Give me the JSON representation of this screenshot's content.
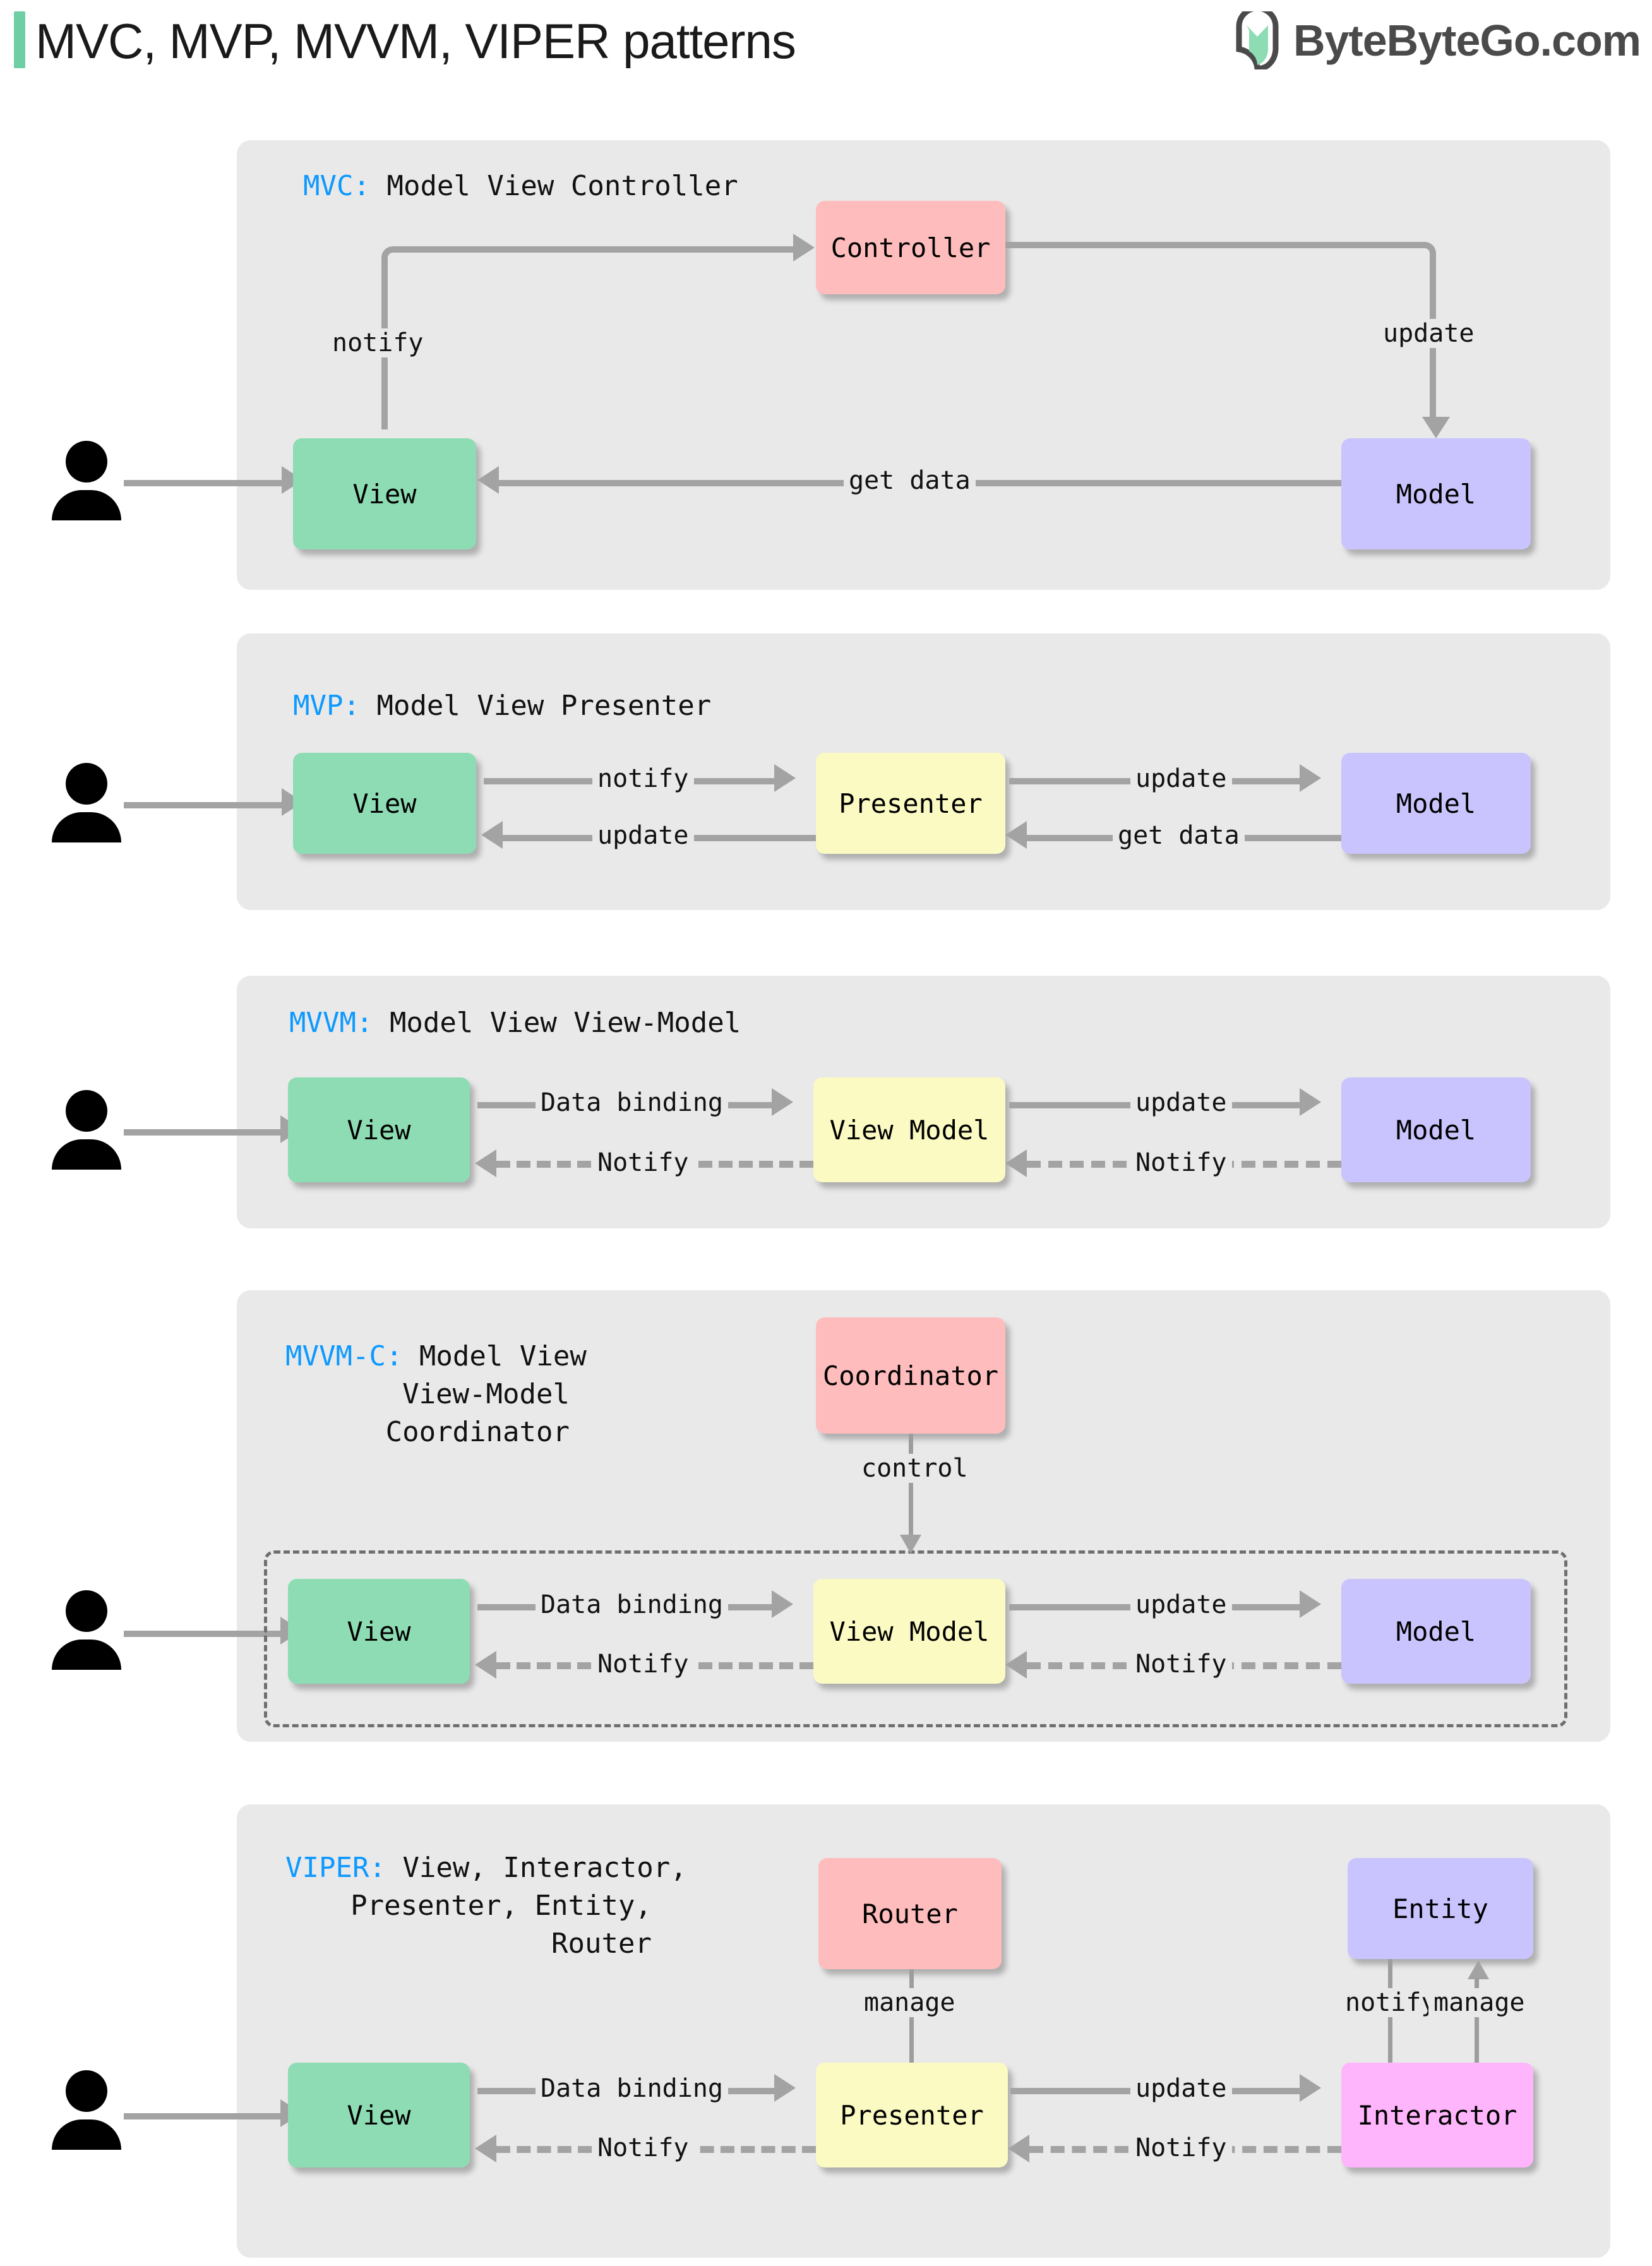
{
  "header": {
    "title": "MVC, MVP, MVVM, VIPER patterns",
    "brand": "ByteByteGo.com",
    "brand_icon": "bytebytego-leaf-logo",
    "accent_color": "#6DCFA3"
  },
  "colors": {
    "panel_bg": "#e9e9e9",
    "view": "#8EDCB4",
    "controller": "#FFBCBC",
    "model": "#C9C4FD",
    "presenter": "#FBFAC3",
    "interactor": "#FFB5FB",
    "label_code": "#0D99FF",
    "arrow": "#A3A3A3"
  },
  "sections": [
    {
      "id": "mvc",
      "code": "MVC:",
      "title": " Model View Controller",
      "nodes": {
        "view": "View",
        "controller": "Controller",
        "model": "Model"
      },
      "edges": {
        "notify": "notify",
        "update": "update",
        "get_data": "get data"
      }
    },
    {
      "id": "mvp",
      "code": "MVP:",
      "title": " Model View Presenter",
      "nodes": {
        "view": "View",
        "presenter": "Presenter",
        "model": "Model"
      },
      "edges": {
        "notify": "notify",
        "update_left": "update",
        "update_right": "update",
        "get_data": "get data"
      }
    },
    {
      "id": "mvvm",
      "code": "MVVM:",
      "title": " Model View View-Model",
      "nodes": {
        "view": "View",
        "view_model": "View Model",
        "model": "Model"
      },
      "edges": {
        "data_binding": "Data binding",
        "notify_left": "Notify",
        "update": "update",
        "notify_right": "Notify"
      }
    },
    {
      "id": "mvvmc",
      "code": "MVVM-C:",
      "title_line1": " Model View",
      "title_line2": "View-Model",
      "title_line3": "Coordinator",
      "nodes": {
        "coordinator": "Coordinator",
        "view": "View",
        "view_model": "View Model",
        "model": "Model"
      },
      "edges": {
        "control": "control",
        "data_binding": "Data binding",
        "notify_left": "Notify",
        "update": "update",
        "notify_right": "Notify"
      }
    },
    {
      "id": "viper",
      "code": "VIPER:",
      "title_line1": " View, Interactor,",
      "title_line2": "Presenter, Entity,",
      "title_line3": "Router",
      "nodes": {
        "router": "Router",
        "entity": "Entity",
        "view": "View",
        "presenter": "Presenter",
        "interactor": "Interactor"
      },
      "edges": {
        "manage_router": "manage",
        "notify_entity": "notify",
        "manage_entity": "manage",
        "data_binding": "Data binding",
        "notify_left": "Notify",
        "update": "update",
        "notify_right": "Notify"
      }
    }
  ]
}
